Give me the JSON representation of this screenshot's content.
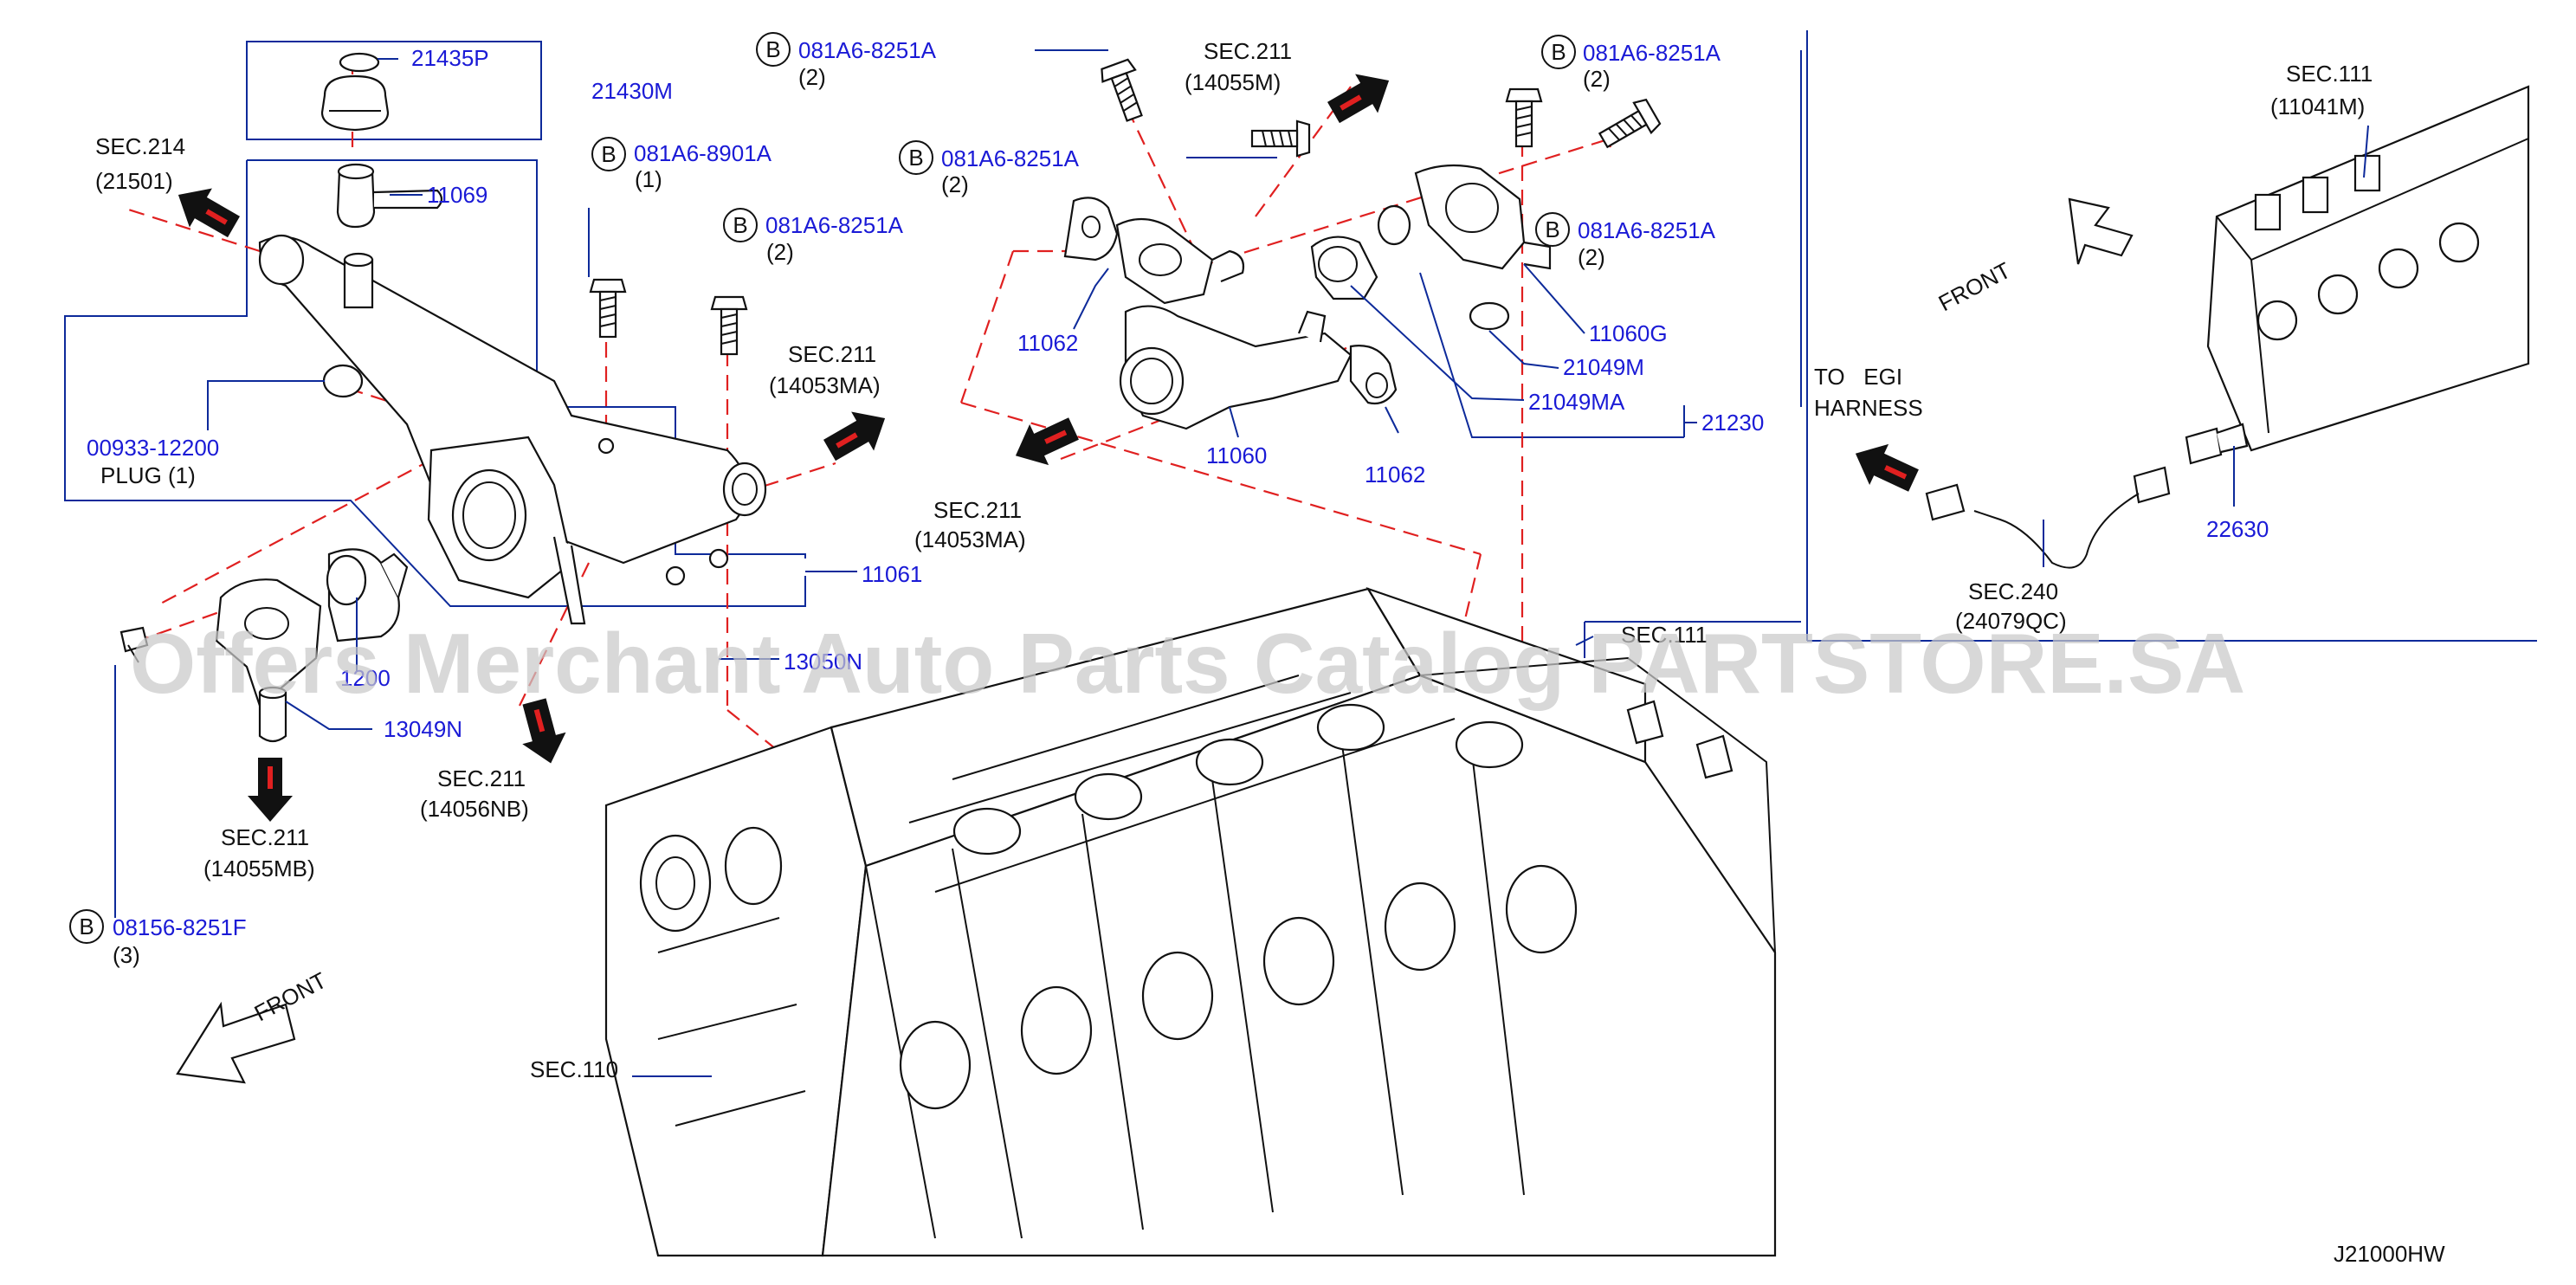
{
  "diagram_code": "J21000HW",
  "watermark": "Offers Merchant Auto Parts Catalog PARTSTORE.SA",
  "bolt_marker": "B",
  "colors": {
    "part_number": "#1a1ad6",
    "section_ref": "#111111",
    "leader": "#0d2a9a",
    "alignment": "#e02020",
    "arrow_fill": "#111111",
    "arrow_stripe": "#e02020"
  },
  "front_labels": {
    "left": "FRONT",
    "right": "FRONT"
  },
  "part_labels": {
    "p21435P": "21435P",
    "p21430M": "21430M",
    "p11069": "11069",
    "p00933": "00933-12200",
    "p11061": "11061",
    "p13049N": "13049N",
    "p1200x": "1200",
    "p13050N": "13050N",
    "p11062a": "11062",
    "p11062b": "11062",
    "p11060": "11060",
    "p11060G": "11060G",
    "p21049M": "21049M",
    "p21049MA": "21049MA",
    "p21230": "21230",
    "p22630": "22630"
  },
  "plug_note": "PLUG (1)",
  "bolts": {
    "b8901": {
      "part": "081A6-8901A",
      "qty": "(1)"
    },
    "b8251_mid": {
      "part": "081A6-8251A",
      "qty": "(2)"
    },
    "b8251_top": {
      "part": "081A6-8251A",
      "qty": "(2)"
    },
    "b8251_top2": {
      "part": "081A6-8251A",
      "qty": "(2)"
    },
    "b8251_tr": {
      "part": "081A6-8251A",
      "qty": "(2)"
    },
    "b8251_r": {
      "part": "081A6-8251A",
      "qty": "(2)"
    },
    "b08156": {
      "part": "08156-8251F",
      "qty": "(3)"
    }
  },
  "section_refs": {
    "s214": {
      "sec": "SEC.214",
      "code": "(21501)"
    },
    "s211_14053MA_a": {
      "sec": "SEC.211",
      "code": "(14053MA)"
    },
    "s211_14053MA_b": {
      "sec": "SEC.211",
      "code": "(14053MA)"
    },
    "s211_14055M": {
      "sec": "SEC.211",
      "code": "(14055M)"
    },
    "s211_14055MB": {
      "sec": "SEC.211",
      "code": "(14055MB)"
    },
    "s211_14056NB": {
      "sec": "SEC.211",
      "code": "(14056NB)"
    },
    "s111_center": {
      "sec": "SEC.111"
    },
    "s110": {
      "sec": "SEC.110"
    },
    "s111_11041M": {
      "sec": "SEC.111",
      "code": "(11041M)"
    },
    "s240": {
      "sec": "SEC.240",
      "code": "(24079QC)"
    }
  },
  "harness_note": {
    "line1": "TO   EGI",
    "line2": "HARNESS"
  }
}
